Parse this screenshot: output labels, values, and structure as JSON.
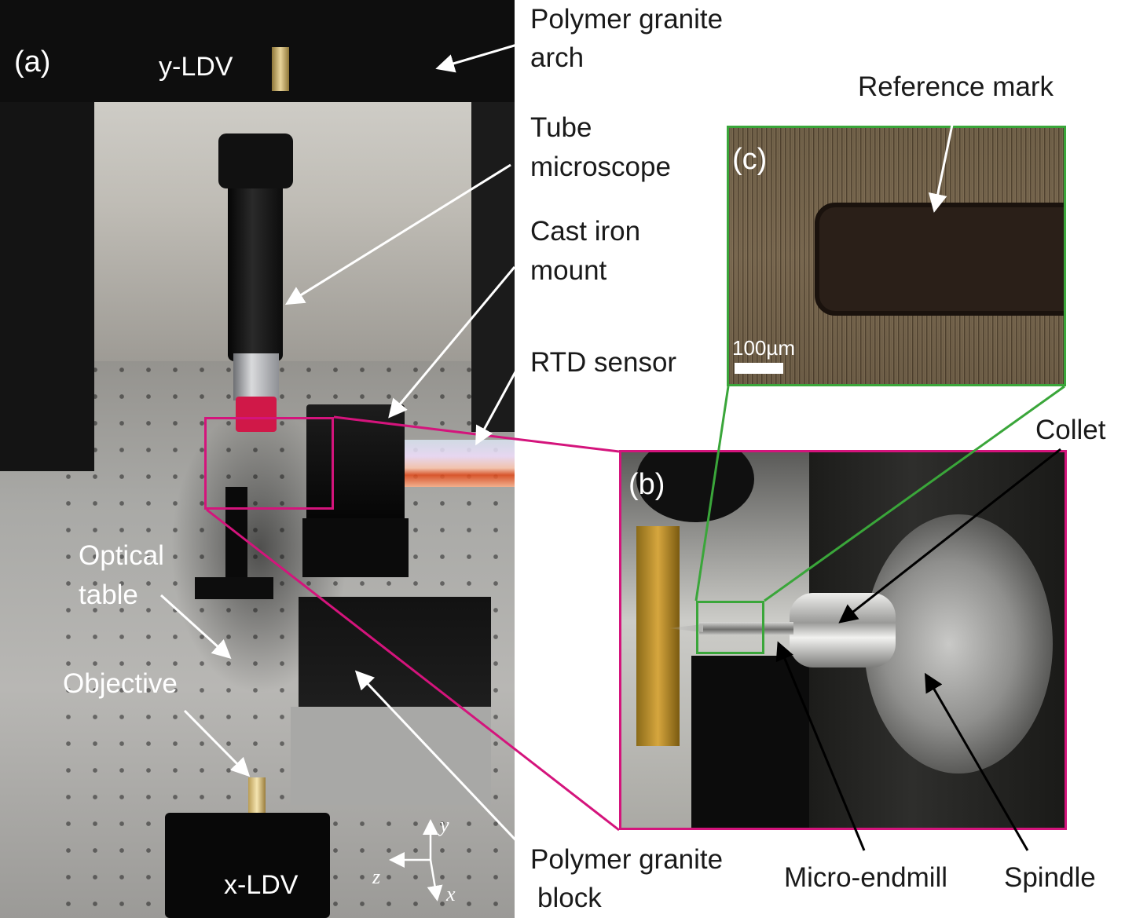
{
  "panels": {
    "a": "(a)",
    "b": "(b)",
    "c": "(c)"
  },
  "labels": {
    "y_ldv": "y-LDV",
    "x_ldv": "x-LDV",
    "arch_line1": "Polymer granite",
    "arch_line2": "arch",
    "tube_line1": "Tube",
    "tube_line2": "microscope",
    "cast_line1": "Cast iron",
    "cast_line2": "mount",
    "rtd": "RTD sensor",
    "reference_mark": "Reference mark",
    "collet": "Collet",
    "optical_line1": "Optical",
    "optical_line2": "table",
    "objective": "Objective",
    "block_line1": "Polymer granite",
    "block_line2": "block",
    "micro_endmill": "Micro-endmill",
    "spindle": "Spindle",
    "scale_bar": "100µm"
  },
  "axes": {
    "y": "y",
    "z": "z",
    "x": "x"
  },
  "colors": {
    "zoom_frame_b": "#d4147c",
    "zoom_frame_c": "#3aa63a"
  }
}
